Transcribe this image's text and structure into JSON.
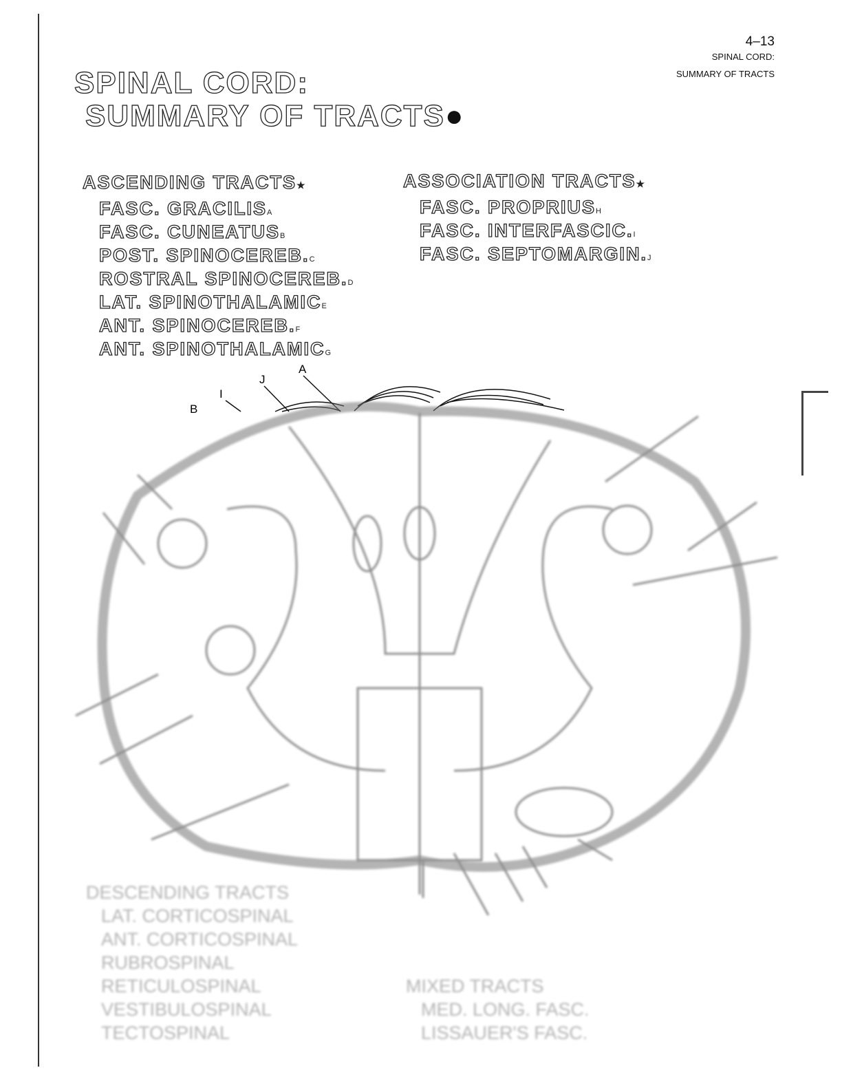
{
  "page_header": {
    "number": "4–13",
    "line1": "SPINAL CORD:",
    "line2": "SUMMARY OF TRACTS"
  },
  "title": {
    "line1": "SPINAL CORD:",
    "line2": "SUMMARY OF TRACTS"
  },
  "ascending": {
    "heading": "ASCENDING TRACTS",
    "items": [
      {
        "label": "FASC. GRACILIS",
        "key": "A"
      },
      {
        "label": "FASC. CUNEATUS",
        "key": "B"
      },
      {
        "label": "POST. SPINOCEREB.",
        "key": "C"
      },
      {
        "label": "ROSTRAL SPINOCEREB.",
        "key": "D"
      },
      {
        "label": "LAT. SPINOTHALAMIC",
        "key": "E"
      },
      {
        "label": "ANT. SPINOCEREB.",
        "key": "F"
      },
      {
        "label": "ANT. SPINOTHALAMIC",
        "key": "G"
      }
    ]
  },
  "association": {
    "heading": "ASSOCIATION TRACTS",
    "items": [
      {
        "label": "FASC. PROPRIUS",
        "key": "H"
      },
      {
        "label": "FASC. INTERFASCIC.",
        "key": "I"
      },
      {
        "label": "FASC. SEPTOMARGIN.",
        "key": "J"
      }
    ]
  },
  "descending": {
    "heading": "DESCENDING TRACTS",
    "items": [
      "LAT. CORTICOSPINAL",
      "ANT. CORTICOSPINAL",
      "RUBROSPINAL",
      "RETICULOSPINAL",
      "VESTIBULOSPINAL",
      "TECTOSPINAL"
    ]
  },
  "mixed": {
    "heading": "MIXED TRACTS",
    "items": [
      "MED. LONG. FASC.",
      "LISSAUER'S FASC."
    ]
  },
  "diagram_labels": {
    "a": "A",
    "j": "J",
    "i": "I",
    "b": "B"
  }
}
